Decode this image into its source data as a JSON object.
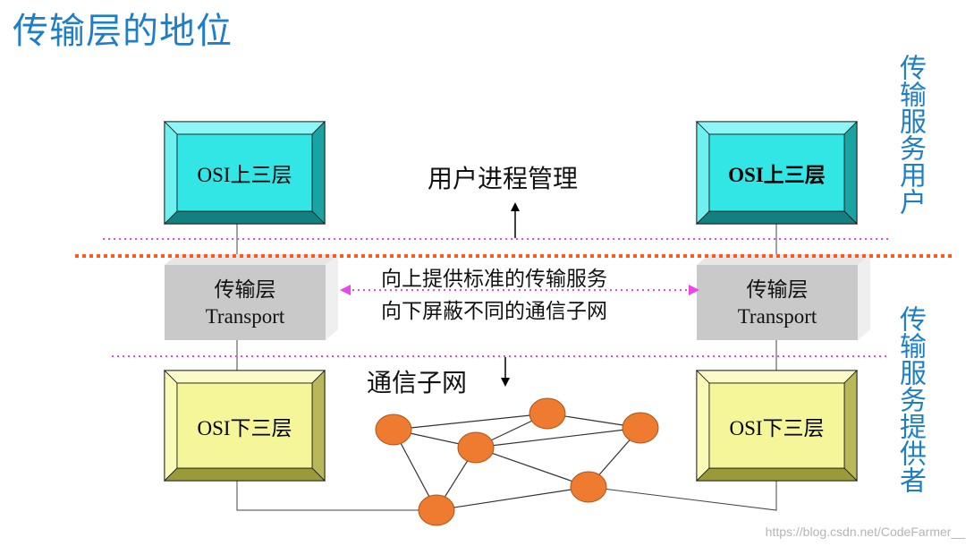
{
  "title": "传输层的地位",
  "right_labels": {
    "service_user": "传输服务用户",
    "service_provider": "传输服务提供者"
  },
  "boxes": {
    "left_top": "OSI上三层",
    "right_top": "OSI上三层",
    "left_transport_cn": "传输层",
    "left_transport_en": "Transport",
    "right_transport_cn": "传输层",
    "right_transport_en": "Transport",
    "left_bottom": "OSI下三层",
    "right_bottom": "OSI下三层"
  },
  "center": {
    "process_mgmt": "用户进程管理",
    "service_up": "向上提供标准的传输服务",
    "service_down": "向下屏蔽不同的通信子网",
    "subnet": "通信子网"
  },
  "colors": {
    "title_blue": "#1f7fc6",
    "upper_box": "#33e6e6",
    "transport_box": "#c9c9c9",
    "lower_box": "#f5f59a",
    "node": "#ee7b30",
    "orange_line": "#ff5a1a",
    "magenta_dotted": "#ee44ee"
  },
  "watermark": "https://blog.csdn.net/CodeFarmer__"
}
